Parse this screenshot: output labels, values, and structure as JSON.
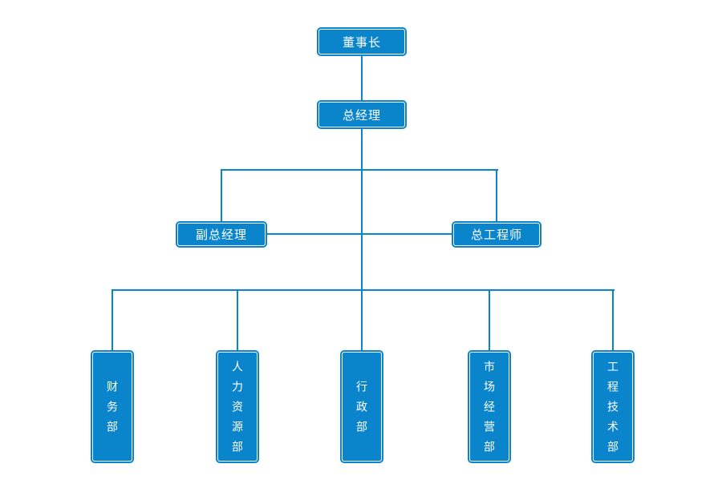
{
  "org_chart": {
    "accent_color": "#0a85cc",
    "text_color": "#ffffff",
    "background_color": "#ffffff",
    "nodes": {
      "chairman": {
        "label": "董事长"
      },
      "general_manager": {
        "label": "总经理"
      },
      "deputy_general_manager": {
        "label": "副总经理"
      },
      "chief_engineer": {
        "label": "总工程师"
      }
    },
    "departments": [
      {
        "name": "finance",
        "label": "财务部"
      },
      {
        "name": "human-resources",
        "label": "人力资源部"
      },
      {
        "name": "administration",
        "label": "行政部"
      },
      {
        "name": "marketing-operations",
        "label": "市场经营部"
      },
      {
        "name": "engineering-technology",
        "label": "工程技术部"
      }
    ]
  }
}
